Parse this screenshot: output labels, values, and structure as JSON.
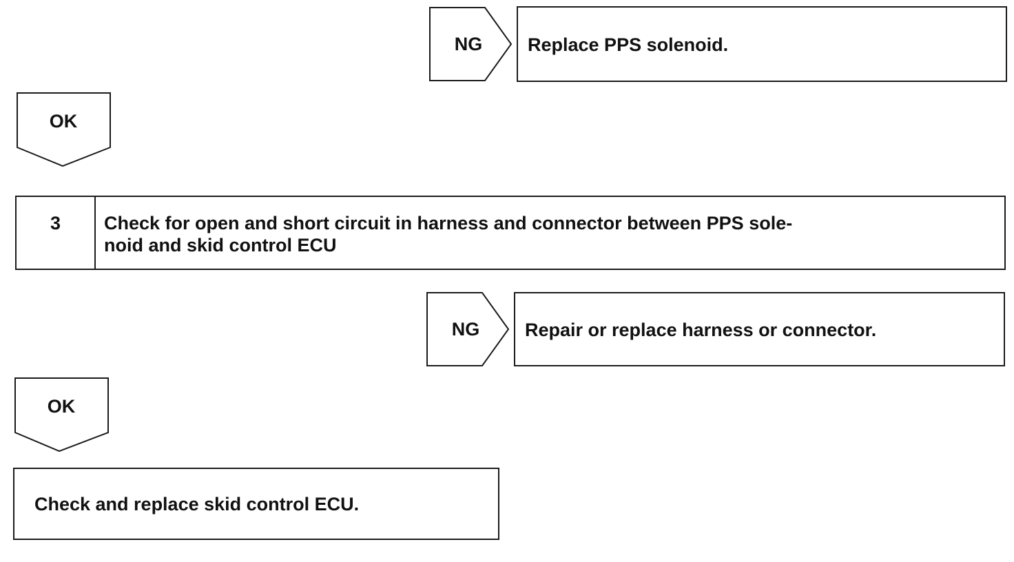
{
  "flow": {
    "ng_replace_pps": {
      "badge": "NG",
      "text": "Replace PPS solenoid."
    },
    "ok_after_step2": {
      "badge": "OK"
    },
    "step3": {
      "number": "3",
      "text_line1": "Check for open and short circuit in harness and connector between PPS sole-",
      "text_line2": "noid and skid control ECU"
    },
    "ng_repair_harness": {
      "badge": "NG",
      "text": "Repair or replace harness or connector."
    },
    "ok_after_step3": {
      "badge": "OK"
    },
    "final_action": {
      "text": "Check and replace skid control ECU."
    }
  },
  "colors": {
    "line": "#1a1a1a",
    "text": "#111111",
    "background": "#ffffff"
  }
}
